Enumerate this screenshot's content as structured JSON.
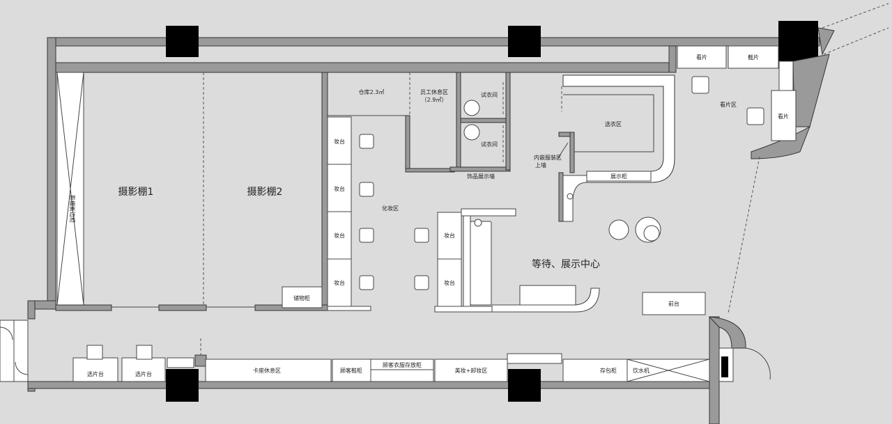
{
  "labels": {
    "studio1": "摄影棚1",
    "studio2": "摄影棚2",
    "studio_cabinet": "影棚衡边柜",
    "storage_cabinet": "储物柜",
    "warehouse": "仓库2.3㎡",
    "staff_rest": "员工休息区",
    "staff_rest_area": "（2.9㎡）",
    "fitting1": "试衣间",
    "fitting2": "试衣间",
    "accessory_wall": "饰品展示墙",
    "inner_clothing": "内嵌服装区",
    "upper_wall": "上墙",
    "clothes_select": "选衣区",
    "display_cabinet": "展示柜",
    "makeup_area": "化妆区",
    "vanity1": "妆台",
    "vanity2": "妆台",
    "vanity3": "妆台",
    "vanity4": "妆台",
    "vanity5": "妆台",
    "vanity6": "妆台",
    "waiting_center": "等待、展示中心",
    "front_desk": "前台",
    "view_photos1": "看片",
    "crop_photos": "截片",
    "view_area": "看片区",
    "view_photos2": "看片",
    "select_desk1": "选片台",
    "select_desk2": "选片台",
    "booth_rest": "卡座休息区",
    "shoe_cabinet": "顾客鞋柜",
    "clothing_cabinet": "顾客衣服存放柜",
    "makeup_remove": "美妆+卸妆区",
    "bag_cabinet": "存包柜",
    "water_dispenser": "饮水机"
  }
}
